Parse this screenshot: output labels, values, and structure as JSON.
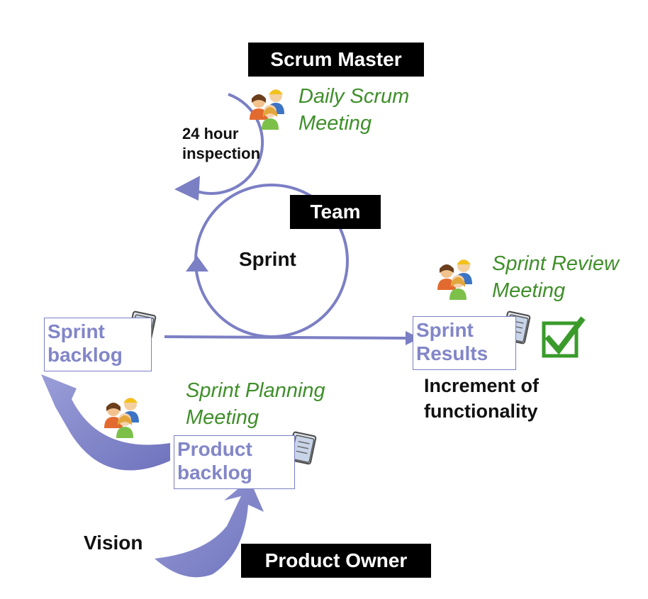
{
  "roles": {
    "scrum_master": "Scrum Master",
    "team": "Team",
    "product_owner": "Product Owner"
  },
  "meetings": {
    "daily_line1": "Daily Scrum",
    "daily_line2": "Meeting",
    "review_line1": "Sprint Review",
    "review_line2": "Meeting",
    "planning_line1": "Sprint Planning",
    "planning_line2": "Meeting"
  },
  "cycle": {
    "inspection_line1": "24 hour",
    "inspection_line2": "inspection",
    "sprint": "Sprint"
  },
  "artifacts": {
    "sprint_backlog_line1": "Sprint",
    "sprint_backlog_line2": "backlog",
    "sprint_results_line1": "Sprint",
    "sprint_results_line2": "Results",
    "product_backlog_line1": "Product",
    "product_backlog_line2": "backlog"
  },
  "outcome": {
    "line1": "Increment of",
    "line2": "functionality"
  },
  "vision": "Vision",
  "icons": {
    "people": "people-group-icon",
    "document": "document-stack-icon",
    "check": "checkmark-icon"
  },
  "colors": {
    "accent": "#7b7fc4",
    "meeting_text": "#3f8f2a",
    "role_bg": "#000000",
    "check_green": "#3a9b2b"
  }
}
